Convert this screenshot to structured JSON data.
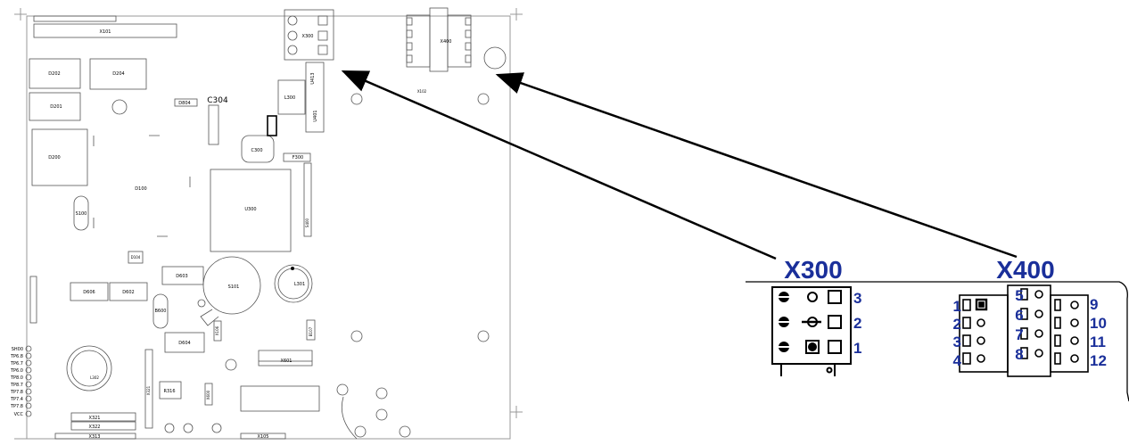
{
  "board": {
    "components": {
      "x101": "X101",
      "x300": "X300",
      "x400": "X400",
      "x102": "X102",
      "d202": "D202",
      "d204": "D204",
      "d201": "D201",
      "d200": "D200",
      "d100": "D100",
      "d804": "D804",
      "c304": "C304",
      "l300": "L300",
      "u413": "U413",
      "u401": "U401",
      "c300": "C300",
      "f300": "F300",
      "u300": "U300",
      "s100": "S100",
      "s101": "S101",
      "l301": "L301",
      "d606": "D606",
      "d602": "D602",
      "d603": "D603",
      "b600": "B600",
      "d604": "D604",
      "d104": "D104",
      "x601": "X601",
      "x105": "X105",
      "x321": "X321",
      "x322": "X322",
      "x313": "X313",
      "r316": "R316",
      "b107": "B107",
      "l302": "L302",
      "x321_side": "X321",
      "s400": "S400",
      "x600": "X600",
      "x106": "X106"
    },
    "test_points": [
      "SH00",
      "TP6.8",
      "TP6.7",
      "TP6.0",
      "TP8.0",
      "TP8.7",
      "TP7.8",
      "TP7.4",
      "TP7.8",
      "VCC"
    ]
  },
  "zoom": {
    "x300_title": "X300",
    "x400_title": "X400",
    "x300_pins": [
      "3",
      "2",
      "1"
    ],
    "x400_left_pins": [
      "1",
      "2",
      "3",
      "4"
    ],
    "x400_mid_pins": [
      "5",
      "6",
      "7",
      "8"
    ],
    "x400_right_pins": [
      "9",
      "10",
      "11",
      "12"
    ]
  },
  "colors": {
    "label_blue": "#1a2f9a"
  }
}
